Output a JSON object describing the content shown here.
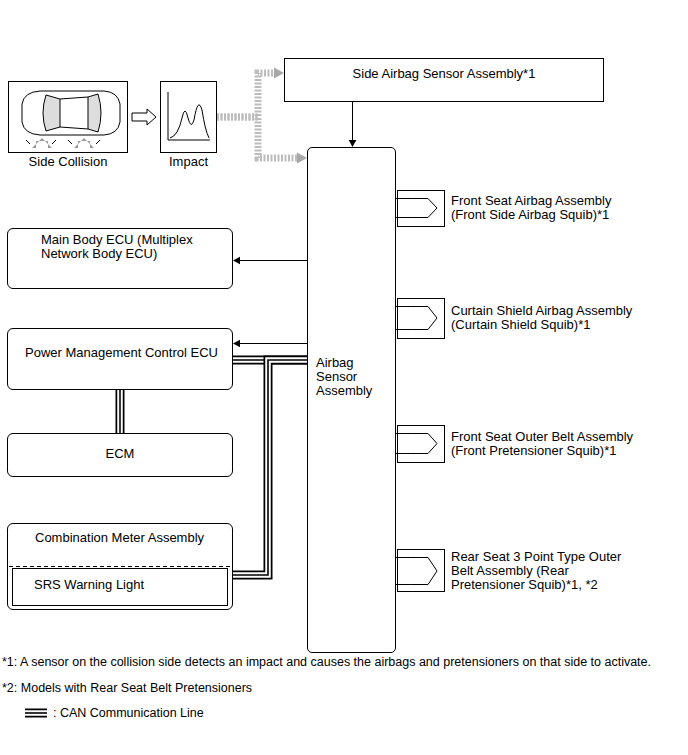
{
  "diagram": {
    "nodes": [
      {
        "text": [
          "Side Collision"
        ]
      },
      {
        "text": [
          "Impact"
        ]
      },
      {
        "text": [
          "Side Airbag Sensor Assembly*1"
        ]
      },
      {
        "text": [
          "Airbag Sensor Assembly"
        ]
      },
      {
        "text": [
          "Front Seat Airbag Assembly (Front Side Airbag Squib)*1"
        ]
      },
      {
        "text": [
          "Main Body ECU (Multiplex Network Body ECU)"
        ]
      },
      {
        "text": [
          "Curtain Shield Airbag Assembly (Curtain Shield Squib)*1"
        ]
      },
      {
        "text": [
          "Power Management Control ECU"
        ]
      },
      {
        "text": [
          "ECM"
        ]
      },
      {
        "text": [
          "Front Seat Outer Belt Assembly (Front Pretensioner Squib)*1"
        ]
      },
      {
        "text": [
          "Combination Meter Assembly"
        ]
      },
      {
        "text": [
          "SRS Warning Light"
        ],
        "in": 10
      },
      {
        "text": [
          "Rear Seat 3 Point Type Outer Belt Assembly (Rear Pretensioner Squib)*1, *2"
        ]
      }
    ],
    "edges": [
      {
        "from": 0,
        "to": 1,
        "arrow": "to"
      },
      {
        "from": 1,
        "to": 2,
        "arrow": "to"
      },
      {
        "from": 1,
        "to": 3,
        "arrow": "to"
      },
      {
        "from": 2,
        "to": 3,
        "arrow": "to"
      },
      {
        "from": 3,
        "to": 4,
        "arrow": "none"
      },
      {
        "from": 3,
        "to": 5,
        "arrow": "to"
      },
      {
        "from": 3,
        "to": 6,
        "arrow": "none"
      },
      {
        "from": 3,
        "to": 7,
        "arrow": "to"
      },
      {
        "from": 3,
        "to": 7,
        "arrow": "none"
      },
      {
        "from": 3,
        "to": 9,
        "arrow": "none"
      },
      {
        "from": 3,
        "to": 10,
        "arrow": "none"
      },
      {
        "from": 3,
        "to": 12,
        "arrow": "none"
      },
      {
        "from": 7,
        "to": 8,
        "arrow": "none"
      }
    ],
    "labels": [
      "*1: A sensor on the collision side detects an impact and causes the airbags and pretensioners on that side to activate.",
      "*2: Models with Rear Seat Belt Pretensioners"
    ],
    "legend": [
      {
        "text": ": CAN Communication Line"
      }
    ]
  }
}
